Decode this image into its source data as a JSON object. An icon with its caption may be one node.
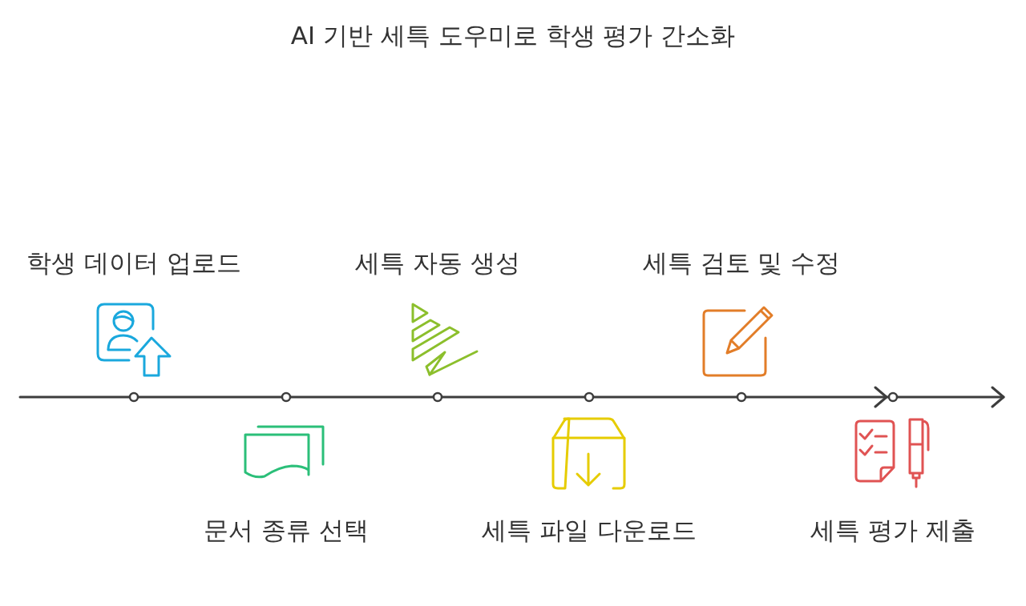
{
  "diagram": {
    "title": "AI 기반 세특 도우미로 학생 평가 간소화",
    "labels": [
      "학생 데이터 업로드",
      "문서 종류 선택",
      "세특 자동 생성",
      "세특 파일 다운로드",
      "세특 검토 및 수정",
      "세특 평가 제출"
    ]
  }
}
